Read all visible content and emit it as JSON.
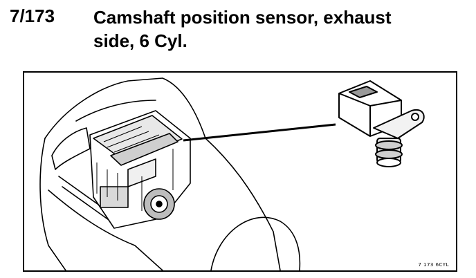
{
  "header": {
    "ref": "7/173",
    "title_line1": "Camshaft position sensor, exhaust",
    "title_line2": "side, 6 Cyl."
  },
  "figure": {
    "code": "7 173 6CYL"
  }
}
